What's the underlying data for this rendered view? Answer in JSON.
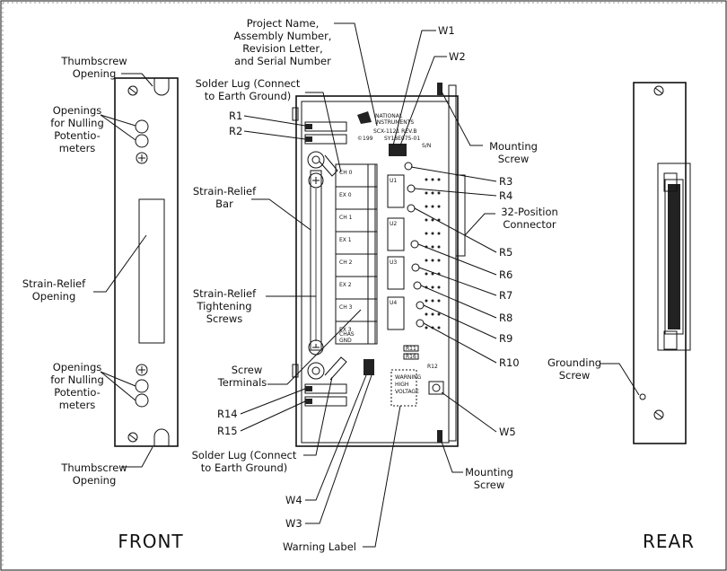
{
  "views": {
    "front": "FRONT",
    "rear": "REAR"
  },
  "front_labels": {
    "thumbscrew_top": [
      "Thumbscrew",
      "Opening"
    ],
    "nulling_top": [
      "Openings",
      "for Nulling",
      "Potentio-",
      "meters"
    ],
    "strain_relief_opening": [
      "Strain-Relief",
      "Opening"
    ],
    "nulling_bottom": [
      "Openings",
      "for Nulling",
      "Potentio-",
      "meters"
    ],
    "thumbscrew_bottom": [
      "Thumbscrew",
      "Opening"
    ]
  },
  "center_labels": {
    "project": [
      "Project Name,",
      "Assembly Number,",
      "Revision Letter,",
      "and Serial Number"
    ],
    "solder_lug_top": [
      "Solder Lug (Connect",
      "to Earth Ground)"
    ],
    "r1": "R1",
    "r2": "R2",
    "strain_relief_bar": [
      "Strain-Relief",
      "Bar"
    ],
    "tightening": [
      "Strain-Relief",
      "Tightening",
      "Screws"
    ],
    "screw_terminals": [
      "Screw",
      "Terminals"
    ],
    "r14": "R14",
    "r15": "R15",
    "solder_lug_bottom": [
      "Solder Lug (Connect",
      "to Earth Ground)"
    ],
    "w4": "W4",
    "w3": "W3",
    "warning": "Warning Label",
    "w1": "W1",
    "w2": "W2",
    "mounting_top": [
      "Mounting",
      "Screw"
    ],
    "r3": "R3",
    "r4": "R4",
    "connector": [
      "32-Position",
      "Connector"
    ],
    "r5": "R5",
    "r6": "R6",
    "r7": "R7",
    "r8": "R8",
    "r9": "R9",
    "r10": "R10",
    "w5": "W5",
    "mounting_bottom": [
      "Mounting",
      "Screw"
    ]
  },
  "rear_labels": {
    "grounding": [
      "Grounding",
      "Screw"
    ]
  },
  "board_text": {
    "brand": [
      "NATIONAL",
      "INSTRUMENTS"
    ],
    "model": "SCX-1121 REV.B",
    "serial": "SY18E075-01",
    "year": "©199",
    "sn": "S/N",
    "channels": [
      "CH 0",
      "EX 0",
      "CH 1",
      "EX 1",
      "CH 2",
      "EX 2",
      "CH 3",
      "EX 3"
    ],
    "chas_gnd": [
      "CHAS",
      "GND"
    ],
    "u_labels": [
      "U1",
      "U2",
      "U3",
      "U4"
    ],
    "r11": "R11",
    "r16": "R16",
    "r12": "R12",
    "warning_text": [
      "WARNING",
      "HIGH",
      "VOLTAGE"
    ]
  }
}
